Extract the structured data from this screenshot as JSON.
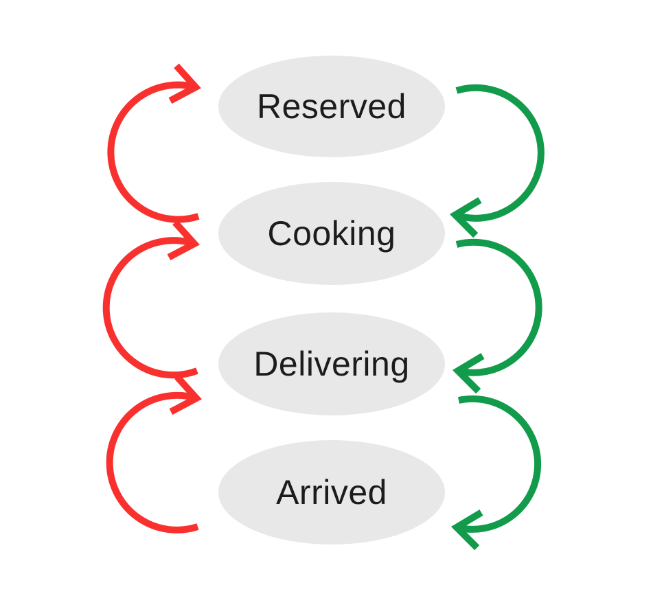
{
  "diagram": {
    "type": "state-flow",
    "nodes": [
      {
        "id": "reserved",
        "label": "Reserved"
      },
      {
        "id": "cooking",
        "label": "Cooking"
      },
      {
        "id": "delivering",
        "label": "Delivering"
      },
      {
        "id": "arrived",
        "label": "Arrived"
      }
    ],
    "edges": [
      {
        "from": "reserved",
        "to": "cooking",
        "direction": "forward",
        "side": "right",
        "color_role": "advance"
      },
      {
        "from": "cooking",
        "to": "delivering",
        "direction": "forward",
        "side": "right",
        "color_role": "advance"
      },
      {
        "from": "delivering",
        "to": "arrived",
        "direction": "forward",
        "side": "right",
        "color_role": "advance"
      },
      {
        "from": "cooking",
        "to": "reserved",
        "direction": "backward",
        "side": "left",
        "color_role": "revert"
      },
      {
        "from": "delivering",
        "to": "cooking",
        "direction": "backward",
        "side": "left",
        "color_role": "revert"
      },
      {
        "from": "arrived",
        "to": "delivering",
        "direction": "backward",
        "side": "left",
        "color_role": "revert"
      }
    ],
    "colors": {
      "background": "#ffffff",
      "node_fill": "#e8e8e8",
      "label_text": "#1c1c1c",
      "advance": "#119b4b",
      "revert": "#f8312f"
    }
  }
}
